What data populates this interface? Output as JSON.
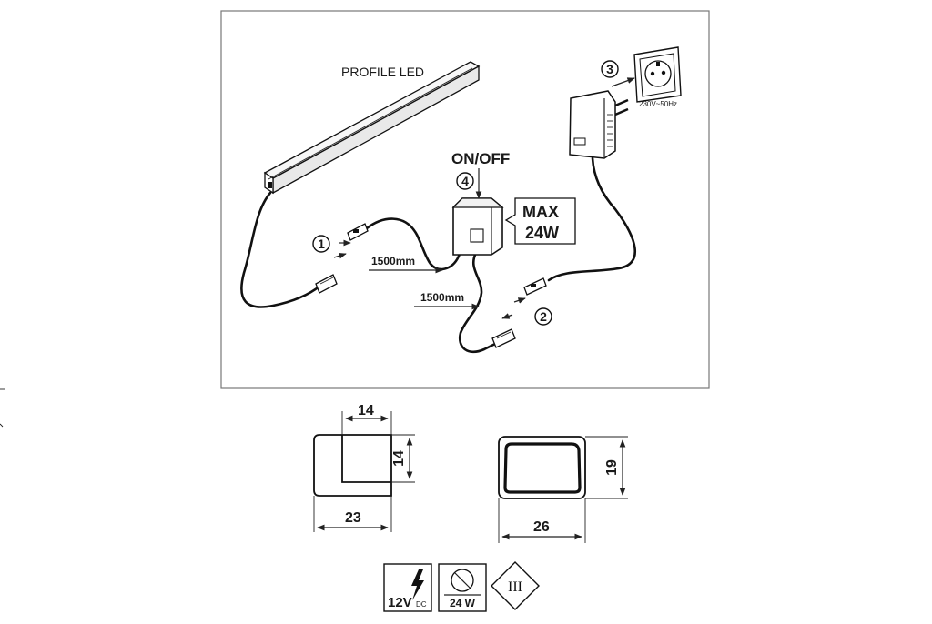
{
  "diagram": {
    "profile_label": "PROFILE LED",
    "onoff_label": "ON/OFF",
    "max_label_line1": "MAX",
    "max_label_line2": "24W",
    "length_a": "1500mm",
    "length_b": "1500mm",
    "socket_label": "230V~50Hz",
    "step1": "1",
    "step2": "2",
    "step3": "3",
    "step4": "4"
  },
  "dimensions": {
    "profile_top_width": "14",
    "profile_inner_height": "14",
    "profile_width": "23",
    "cap_width": "26",
    "cap_height": "19"
  },
  "symbols": {
    "voltage": "12V",
    "voltage_suffix": "DC",
    "power": "24 W",
    "class": "III"
  }
}
